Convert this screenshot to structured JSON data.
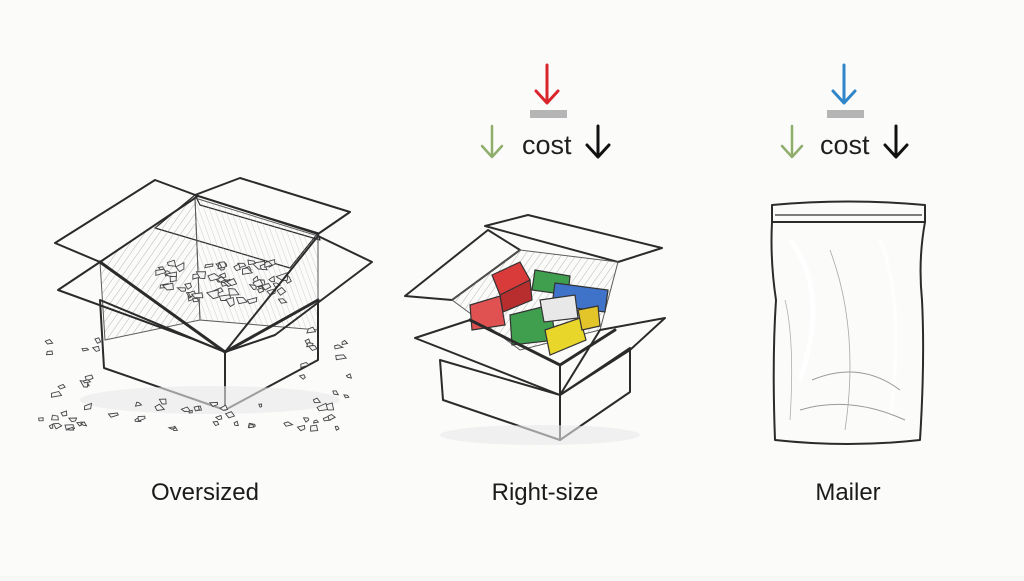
{
  "panels": [
    {
      "id": "oversized",
      "label": "Oversized"
    },
    {
      "id": "right-size",
      "label": "Right-size",
      "cost_text": "cost"
    },
    {
      "id": "mailer",
      "label": "Mailer",
      "cost_text": "cost"
    }
  ],
  "colors": {
    "ink": "#2b2b2b",
    "arrow_red": "#d9252b",
    "arrow_blue": "#2f86c9",
    "arrow_green": "#8fad6b",
    "arrow_black": "#111111",
    "bar_gray": "#b5b5b5",
    "product_red": "#d93a3a",
    "product_green": "#3f9f4f",
    "product_blue": "#3f73c9",
    "product_yellow": "#e8d72a"
  },
  "icons": {
    "down_arrow": "down-arrow-icon",
    "peanuts": "packing-peanuts-icon",
    "bag": "poly-mailer-bag-icon"
  }
}
